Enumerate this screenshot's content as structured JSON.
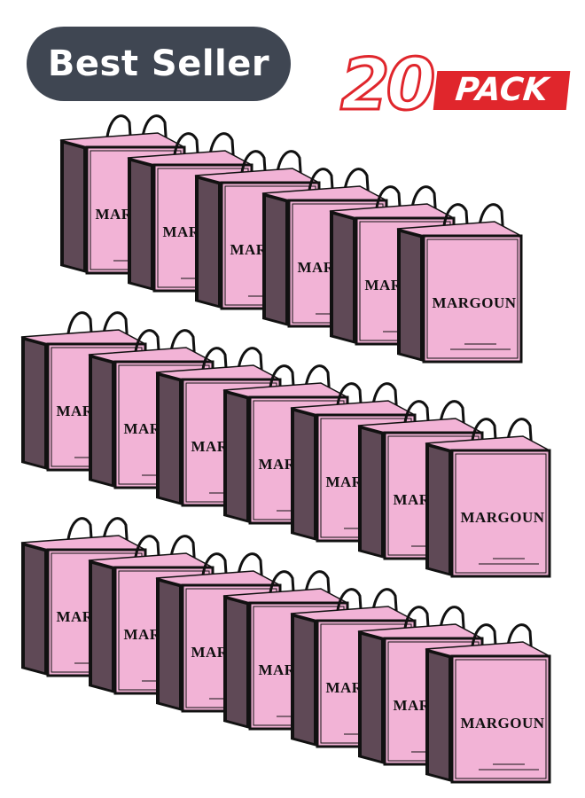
{
  "badge": {
    "label": "Best Seller"
  },
  "pack": {
    "number": "20",
    "word": "PACK"
  },
  "product": {
    "brand": "MARGOUN",
    "bag_color": "#f2b3d6",
    "edge_color": "#111111",
    "bag_count": 20
  },
  "colors": {
    "badge_bg": "#3f4652",
    "pack_red": "#e0262c"
  }
}
